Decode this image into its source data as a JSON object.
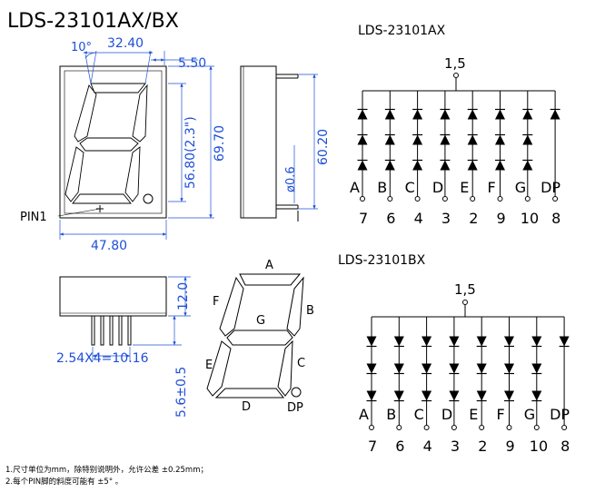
{
  "title": "LDS-23101AX/BX",
  "front_view": {
    "width_top": "32.40",
    "angle": "10°",
    "seg_offset": "5.50",
    "char_height": "56.80(2.3\")",
    "body_height": "69.70",
    "body_width": "47.80",
    "pin1_label": "PIN1"
  },
  "side_view": {
    "pin_dia": "ø0.6",
    "height": "60.20"
  },
  "bottom_view": {
    "depth": "12.0",
    "pin_pitch": "2.54X4=10.16",
    "pin_len": "5.6±0.5"
  },
  "segment_labels": {
    "a": "A",
    "b": "B",
    "c": "C",
    "d": "D",
    "e": "E",
    "f": "F",
    "g": "G",
    "dp": "DP"
  },
  "circuit_ax": {
    "title": "LDS-23101AX",
    "common": "1,5",
    "segments": [
      "A",
      "B",
      "C",
      "D",
      "E",
      "F",
      "G",
      "DP"
    ],
    "pins": [
      "7",
      "6",
      "4",
      "3",
      "2",
      "9",
      "10",
      "8"
    ]
  },
  "circuit_bx": {
    "title": "LDS-23101BX",
    "common": "1,5",
    "segments": [
      "A",
      "B",
      "C",
      "D",
      "E",
      "F",
      "G",
      "DP"
    ],
    "pins": [
      "7",
      "6",
      "4",
      "3",
      "2",
      "9",
      "10",
      "8"
    ]
  },
  "notes": [
    "1.尺寸单位为mm，除特别说明外，允许公差 ±0.25mm；",
    "2.每个PIN脚的斜度可能有 ±5° 。"
  ]
}
